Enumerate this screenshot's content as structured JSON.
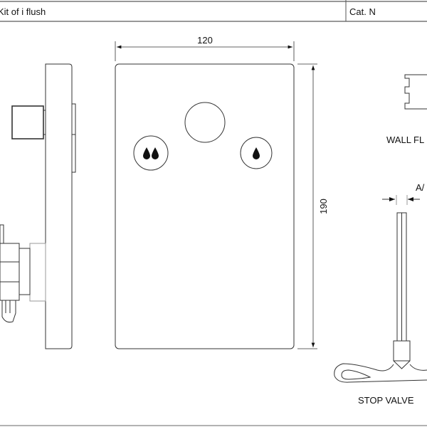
{
  "header": {
    "title": "Kit of i flush",
    "cat_label": "Cat. N"
  },
  "dimensions": {
    "width": "120",
    "height": "190",
    "key_size": "A/"
  },
  "labels": {
    "wall_flange": "WALL FL",
    "stop_valve": "STOP VALVE"
  },
  "icons": {
    "left_button": "double-drop-icon",
    "right_button": "single-drop-icon"
  }
}
